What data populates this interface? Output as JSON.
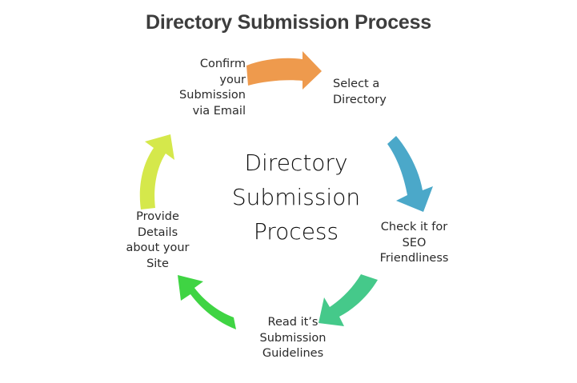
{
  "title": "Directory Submission Process",
  "center": {
    "line1": "Directory",
    "line2": "Submission",
    "line3": "Process"
  },
  "steps": [
    {
      "id": "confirm",
      "lines": [
        "Confirm",
        "your",
        "Submission",
        "via Email"
      ],
      "position": "top-left"
    },
    {
      "id": "select",
      "lines": [
        "Select a",
        "Directory"
      ],
      "position": "top-right"
    },
    {
      "id": "check",
      "lines": [
        "Check it for",
        "SEO",
        "Friendliness"
      ],
      "position": "right"
    },
    {
      "id": "read",
      "lines": [
        "Read it’s",
        "Submission",
        "Guidelines"
      ],
      "position": "bottom"
    },
    {
      "id": "provide",
      "lines": [
        "Provide",
        "Details",
        "about your",
        "Site"
      ],
      "position": "left"
    }
  ],
  "arrows": [
    {
      "id": "arrow-top-orange",
      "color": "#EE9A4D",
      "direction": "right",
      "from": "confirm",
      "to": "select"
    },
    {
      "id": "arrow-right-blue",
      "color": "#4BA8C9",
      "direction": "down",
      "from": "select",
      "to": "check"
    },
    {
      "id": "arrow-bottom-green",
      "color": "#45C98A",
      "direction": "down-left",
      "from": "check",
      "to": "read"
    },
    {
      "id": "arrow-left-green",
      "color": "#3FD443",
      "direction": "up-left",
      "from": "read",
      "to": "provide"
    },
    {
      "id": "arrow-upper-lime",
      "color": "#D5E84B",
      "direction": "up-right",
      "from": "provide",
      "to": "confirm"
    }
  ],
  "colors": {
    "background": "#FFFFFF",
    "title_text": "#3D3D3D",
    "center_text": "#0C0C0C",
    "step_text": "#2A2A2A",
    "orange": "#EE9A4D",
    "blue": "#4BA8C9",
    "green_teal": "#45C98A",
    "green_bright": "#3FD443",
    "lime": "#D5E84B"
  }
}
